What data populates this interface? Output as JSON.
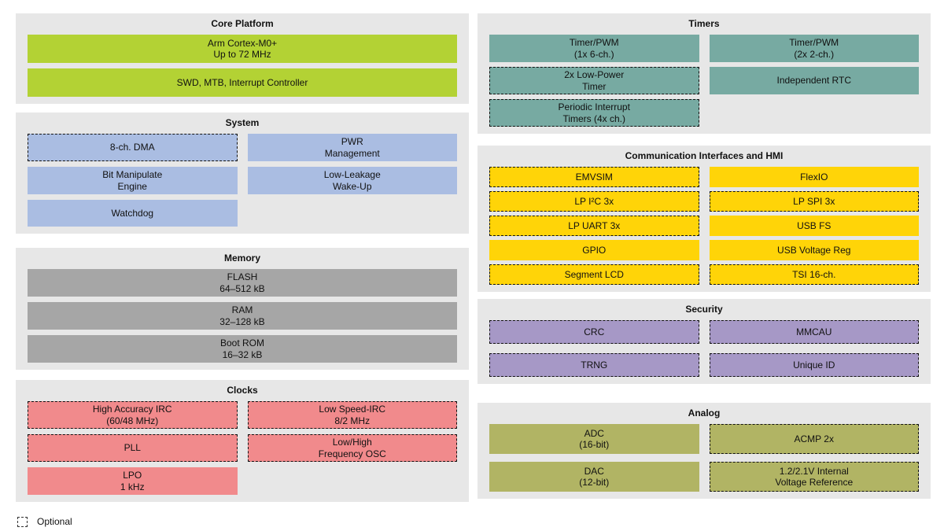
{
  "legend": {
    "label": "Optional"
  },
  "colors": {
    "section_bg": "#e7e7e7",
    "core": "#b3d234",
    "system": "#aabde2",
    "memory": "#a6a6a6",
    "clocks": "#f18a8c",
    "timers": "#77aaa2",
    "comm": "#ffd408",
    "security": "#a698c6",
    "analog": "#b1b464"
  },
  "sections": {
    "core": {
      "title": "Core Platform",
      "blocks": [
        {
          "label": "Arm Cortex-M0+\nUp to 72 MHz",
          "optional": false,
          "col": "full"
        },
        {
          "label": "SWD, MTB, Interrupt Controller",
          "optional": false,
          "col": "full"
        }
      ]
    },
    "system": {
      "title": "System",
      "blocks": [
        {
          "label": "8-ch. DMA",
          "optional": true,
          "col": 1
        },
        {
          "label": "PWR\nManagement",
          "optional": false,
          "col": 2
        },
        {
          "label": "Bit Manipulate\nEngine",
          "optional": false,
          "col": 1
        },
        {
          "label": "Low-Leakage\nWake-Up",
          "optional": false,
          "col": 2
        },
        {
          "label": "Watchdog",
          "optional": false,
          "col": 1
        }
      ]
    },
    "memory": {
      "title": "Memory",
      "blocks": [
        {
          "label": "FLASH\n64–512 kB",
          "optional": false,
          "col": "full"
        },
        {
          "label": "RAM\n32–128 kB",
          "optional": false,
          "col": "full"
        },
        {
          "label": "Boot ROM\n16–32 kB",
          "optional": false,
          "col": "full"
        }
      ]
    },
    "clocks": {
      "title": "Clocks",
      "blocks": [
        {
          "label": "High Accuracy IRC\n(60/48 MHz)",
          "optional": true,
          "col": 1
        },
        {
          "label": "Low Speed-IRC\n8/2 MHz",
          "optional": true,
          "col": 2
        },
        {
          "label": "PLL",
          "optional": true,
          "col": 1
        },
        {
          "label": "Low/High\nFrequency OSC",
          "optional": true,
          "col": 2
        },
        {
          "label": "LPO\n1 kHz",
          "optional": false,
          "col": 1
        }
      ]
    },
    "timers": {
      "title": "Timers",
      "blocks": [
        {
          "label": "Timer/PWM\n(1x 6-ch.)",
          "optional": false,
          "col": 1
        },
        {
          "label": "Timer/PWM\n(2x 2-ch.)",
          "optional": false,
          "col": 2
        },
        {
          "label": "2x Low-Power\nTimer",
          "optional": true,
          "col": 1
        },
        {
          "label": "Independent RTC",
          "optional": false,
          "col": 2
        },
        {
          "label": "Periodic Interrupt\nTimers (4x ch.)",
          "optional": true,
          "col": 1
        }
      ]
    },
    "comm": {
      "title": "Communication Interfaces and HMI",
      "blocks": [
        {
          "label": "EMVSIM",
          "optional": true,
          "col": 1
        },
        {
          "label": "FlexIO",
          "optional": false,
          "col": 2
        },
        {
          "label": "LP I²C 3x",
          "optional": true,
          "col": 1
        },
        {
          "label": "LP SPI 3x",
          "optional": true,
          "col": 2
        },
        {
          "label": "LP UART 3x",
          "optional": true,
          "col": 1
        },
        {
          "label": "USB FS",
          "optional": false,
          "col": 2
        },
        {
          "label": "GPIO",
          "optional": false,
          "col": 1
        },
        {
          "label": "USB Voltage Reg",
          "optional": false,
          "col": 2
        },
        {
          "label": "Segment LCD",
          "optional": true,
          "col": 1
        },
        {
          "label": "TSI 16-ch.",
          "optional": true,
          "col": 2
        }
      ]
    },
    "security": {
      "title": "Security",
      "blocks": [
        {
          "label": "CRC",
          "optional": true,
          "col": 1
        },
        {
          "label": "MMCAU",
          "optional": true,
          "col": 2
        },
        {
          "label": "TRNG",
          "optional": true,
          "col": 1
        },
        {
          "label": "Unique ID",
          "optional": true,
          "col": 2
        }
      ]
    },
    "analog": {
      "title": "Analog",
      "blocks": [
        {
          "label": "ADC\n(16-bit)",
          "optional": false,
          "col": 1
        },
        {
          "label": "ACMP 2x",
          "optional": true,
          "col": 2
        },
        {
          "label": "DAC\n(12-bit)",
          "optional": false,
          "col": 1
        },
        {
          "label": "1.2/2.1V Internal\nVoltage Reference",
          "optional": true,
          "col": 2
        }
      ]
    }
  }
}
